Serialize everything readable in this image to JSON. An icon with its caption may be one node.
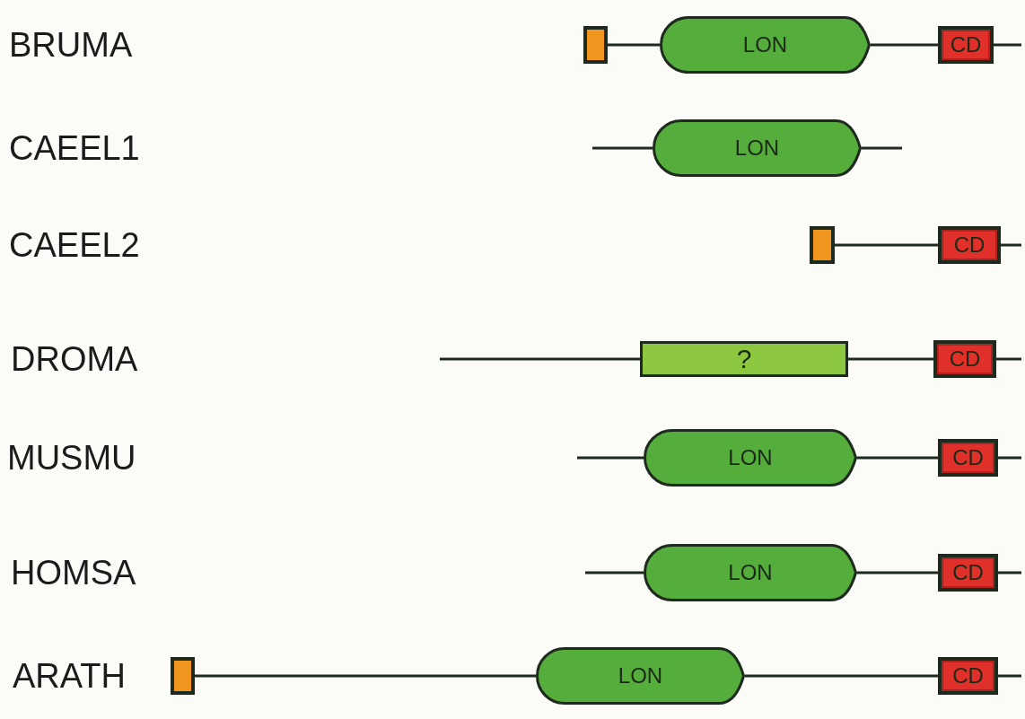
{
  "diagram": {
    "nodes": [
      {
        "text": [],
        "shape": "box"
      },
      {
        "text": [
          "LON"
        ]
      },
      {
        "text": [
          "CD"
        ]
      },
      {
        "text": [
          "LON"
        ]
      },
      {
        "text": [],
        "shape": "box"
      },
      {
        "text": [
          "CD"
        ]
      },
      {
        "text": [
          "?"
        ]
      },
      {
        "text": [
          "CD"
        ]
      },
      {
        "text": [
          "LON"
        ]
      },
      {
        "text": [
          "CD"
        ]
      },
      {
        "text": [
          "LON"
        ]
      },
      {
        "text": [
          "CD"
        ]
      },
      {
        "text": [],
        "shape": "box"
      },
      {
        "text": [
          "LON"
        ]
      },
      {
        "text": [
          "CD"
        ]
      }
    ],
    "edges": [
      {
        "from": 0,
        "to": 1,
        "arrow": "none"
      },
      {
        "from": 1,
        "to": 2,
        "arrow": "none"
      },
      {
        "from": 2,
        "to": null,
        "arrow": "none"
      },
      {
        "from": null,
        "to": 3,
        "arrow": "none"
      },
      {
        "from": 3,
        "to": null,
        "arrow": "none"
      },
      {
        "from": 4,
        "to": 5,
        "arrow": "none"
      },
      {
        "from": 5,
        "to": null,
        "arrow": "none"
      },
      {
        "from": null,
        "to": 6,
        "arrow": "none"
      },
      {
        "from": 6,
        "to": 7,
        "arrow": "none"
      },
      {
        "from": 7,
        "to": null,
        "arrow": "none"
      },
      {
        "from": null,
        "to": 8,
        "arrow": "none"
      },
      {
        "from": 8,
        "to": 9,
        "arrow": "none"
      },
      {
        "from": 9,
        "to": null,
        "arrow": "none"
      },
      {
        "from": null,
        "to": 10,
        "arrow": "none"
      },
      {
        "from": 10,
        "to": 11,
        "arrow": "none"
      },
      {
        "from": 11,
        "to": null,
        "arrow": "none"
      },
      {
        "from": 12,
        "to": 13,
        "arrow": "none"
      },
      {
        "from": 13,
        "to": 14,
        "arrow": "none"
      },
      {
        "from": 14,
        "to": null,
        "arrow": "none"
      }
    ],
    "labels": [
      "BRUMA",
      "CAEEL1",
      "CAEEL2",
      "DROMA",
      "MUSMU",
      "HOMSA",
      "ARATH"
    ]
  }
}
